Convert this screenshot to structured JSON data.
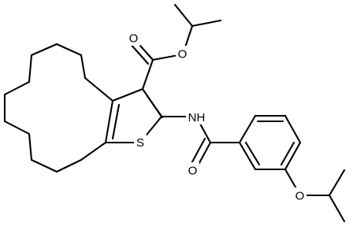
{
  "atom_labels": {
    "O_ester_carbonyl": "O",
    "O_ester_ether": "O",
    "S_ring": "S",
    "N_amide": "NH",
    "O_amide": "O",
    "O_ether": "O"
  },
  "colors": {
    "bond": "#000000",
    "label": "#000000",
    "background": "#ffffff"
  }
}
